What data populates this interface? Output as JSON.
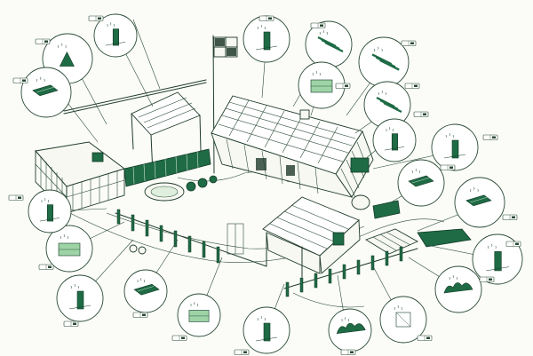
{
  "title": "",
  "colors": {
    "paper": "#fbfcf8",
    "ink": "#1f3a2a",
    "paint_dark": "#1e6b45",
    "paint_light": "#9ed3a6"
  },
  "callouts": [
    {
      "id": "c01",
      "icon": "gate-post-icon"
    },
    {
      "id": "c02",
      "icon": "fence-corner-icon"
    },
    {
      "id": "c03",
      "icon": "planks-icon"
    },
    {
      "id": "c04",
      "icon": "post-icon"
    },
    {
      "id": "c05",
      "icon": "slats-icon"
    },
    {
      "id": "c06",
      "icon": "beam-icon"
    },
    {
      "id": "c07",
      "icon": "green-panel-icon"
    },
    {
      "id": "c08",
      "icon": "bar-icon"
    },
    {
      "id": "c09",
      "icon": "corner-post-icon"
    },
    {
      "id": "c10",
      "icon": "light-post-icon"
    },
    {
      "id": "c11",
      "icon": "deck-icon"
    },
    {
      "id": "c12",
      "icon": "bench-icon"
    },
    {
      "id": "c13",
      "icon": "post-icon"
    },
    {
      "id": "c14",
      "icon": "hedge-icon"
    },
    {
      "id": "c15",
      "icon": "block-icon"
    },
    {
      "id": "c16",
      "icon": "bush-icon"
    },
    {
      "id": "c17",
      "icon": "post-icon"
    },
    {
      "id": "c18",
      "icon": "sign-icon"
    },
    {
      "id": "c19",
      "icon": "plank-icon"
    },
    {
      "id": "c20",
      "icon": "stake-icon"
    },
    {
      "id": "c21",
      "icon": "frame-icon"
    },
    {
      "id": "c22",
      "icon": "post-icon"
    }
  ]
}
